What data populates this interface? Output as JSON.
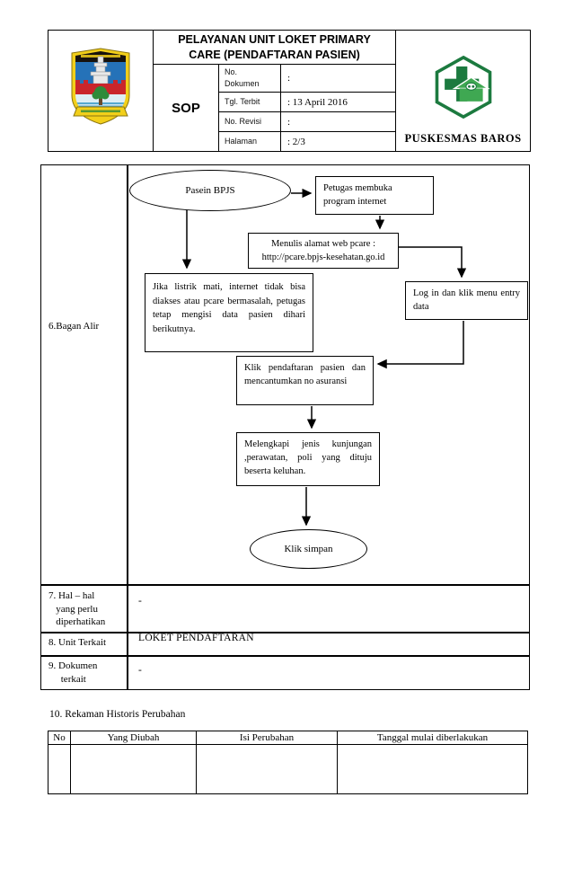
{
  "palette": {
    "border": "#000000",
    "emblem_yellow": "#f2cf1a",
    "emblem_black": "#17120d",
    "emblem_blue": "#2572b8",
    "emblem_red": "#c9252b",
    "emblem_tree_green": "#2e8b3a",
    "emblem_water_blue": "#56a8cf",
    "puskesmas_green_dark": "#1c7a3f",
    "puskesmas_green_light": "#3fa852"
  },
  "header": {
    "title_line1": "PELAYANAN UNIT LOKET PRIMARY",
    "title_line2": "CARE (PENDAFTARAN PASIEN)",
    "doc_type": "SOP",
    "org_name": "PUSKESMAS BAROS",
    "fields": [
      {
        "label": "No. Dokumen",
        "value": ":"
      },
      {
        "label": "Tgl. Terbit",
        "value": ": 13 April 2016"
      },
      {
        "label": "No. Revisi",
        "value": ":"
      },
      {
        "label": "Halaman",
        "value": ": 2/3"
      }
    ]
  },
  "sections": {
    "bagan_alir_label": "6.Bagan Alir",
    "rows": [
      {
        "label": "7. Hal – hal\n   yang perlu\n   diperhatikan",
        "value": "-"
      },
      {
        "label": "8. Unit Terkait",
        "value": "LOKET PENDAFTARAN"
      },
      {
        "label": "9. Dokumen\n     terkait",
        "value": "-"
      }
    ]
  },
  "flowchart": {
    "start": "Pasein BPJS",
    "petugas": "Petugas membuka program internet",
    "menulis_line1": "Menulis alamat web pcare :",
    "menulis_line2": "http://pcare.bpjs-kesehatan.go.id",
    "jika": "Jika listrik mati, internet tidak bisa diakses atau pcare bermasalah, petugas tetap mengisi data pasien dihari berikutnya.",
    "login": "Log in dan klik menu entry data",
    "pendaftaran": "Klik pendaftaran pasien dan mencantumkan no asuransi",
    "melengkapi": "Melengkapi jenis kunjungan ,perawatan, poli yang dituju beserta keluhan.",
    "end": "Klik simpan"
  },
  "historis": {
    "heading": "10. Rekaman Historis Perubahan",
    "columns": [
      "No",
      "Yang Diubah",
      "Isi Perubahan",
      "Tanggal mulai diberlakukan"
    ]
  }
}
